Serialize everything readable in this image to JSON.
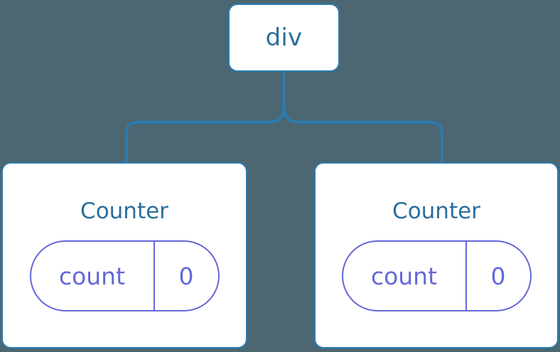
{
  "diagram": {
    "type": "component-tree",
    "background_color": "#4c6672",
    "edge_color": "#2b7cb0",
    "node_border_color": "#2b7cb0",
    "node_title_color": "#2b6f9c",
    "pill_color": "#6468d8",
    "root": {
      "label": "div"
    },
    "children": [
      {
        "label": "Counter",
        "state": {
          "key": "count",
          "value": "0"
        }
      },
      {
        "label": "Counter",
        "state": {
          "key": "count",
          "value": "0"
        }
      }
    ]
  }
}
